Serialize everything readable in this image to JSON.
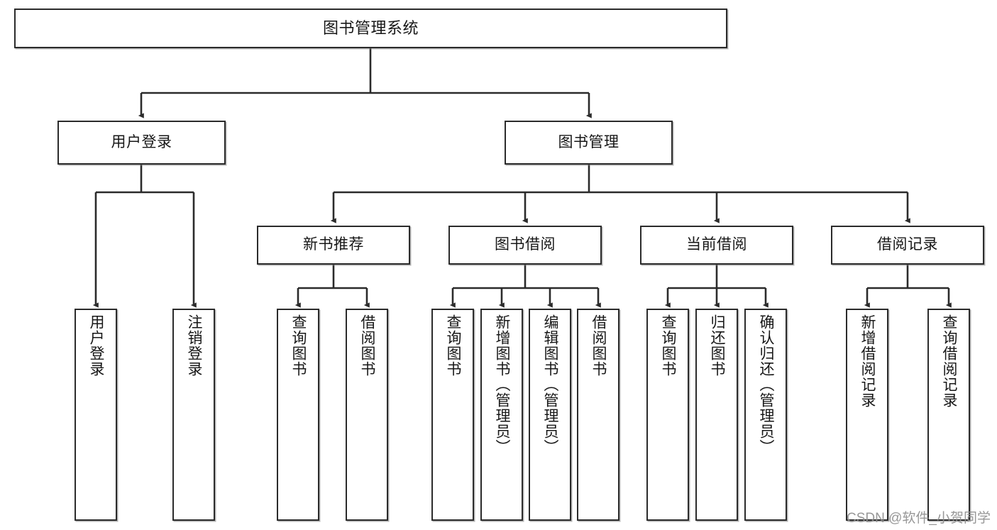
{
  "diagram": {
    "title": "图书管理系统",
    "type": "tree-hierarchy-chart",
    "accent_color": "#2b2b2b",
    "background_color": "#ffffff"
  },
  "nodes": {
    "root": {
      "label": "图书管理系统"
    },
    "level2": [
      {
        "label": "用户登录"
      },
      {
        "label": "图书管理"
      }
    ],
    "level3": [
      {
        "label": "新书推荐"
      },
      {
        "label": "图书借阅"
      },
      {
        "label": "当前借阅"
      },
      {
        "label": "借阅记录"
      }
    ],
    "leaves": {
      "user_login": [
        {
          "label": "用户登录"
        },
        {
          "label": "注销登录"
        }
      ],
      "new_book_recommend": [
        {
          "label": "查询图书"
        },
        {
          "label": "借阅图书"
        }
      ],
      "book_borrow": [
        {
          "label": "查询图书"
        },
        {
          "label": "新增图书（管理员）"
        },
        {
          "label": "编辑图书（管理员）"
        },
        {
          "label": "借阅图书"
        }
      ],
      "current_borrow": [
        {
          "label": "查询图书"
        },
        {
          "label": "归还图书"
        },
        {
          "label": "确认归还（管理员）"
        }
      ],
      "borrow_record": [
        {
          "label": "新增借阅记录"
        },
        {
          "label": "查询借阅记录"
        }
      ]
    }
  },
  "watermark": {
    "text": "CSDN @软件_小贺同学"
  }
}
